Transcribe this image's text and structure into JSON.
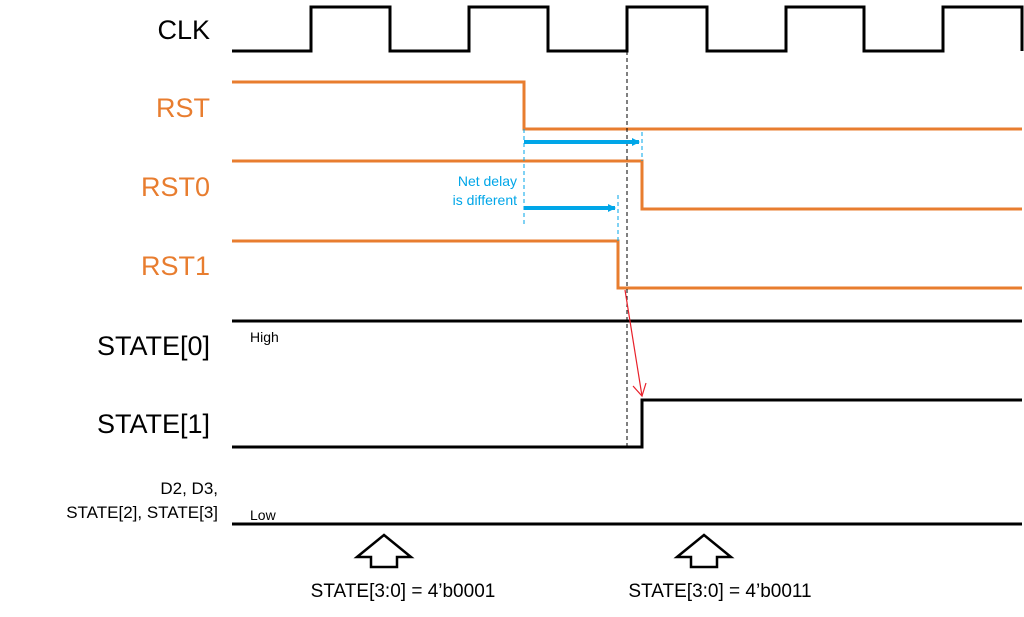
{
  "signals": {
    "clk": "CLK",
    "rst": "RST",
    "rst0": "RST0",
    "rst1": "RST1",
    "state0": "STATE[0]",
    "state1": "STATE[1]",
    "others_line1": "D2, D3,",
    "others_line2": "STATE[2], STATE[3]"
  },
  "levels": {
    "high": "High",
    "low": "Low"
  },
  "annotation": {
    "line1": "Net delay",
    "line2": "is different"
  },
  "states": {
    "before": "STATE[3:0] = 4’b0001",
    "after": "STATE[3:0] = 4’b0011"
  },
  "colors": {
    "signal_black": "#000000",
    "reset_orange": "#e87d2f",
    "delay_blue": "#00a6e8",
    "cause_red": "#e8202a"
  }
}
